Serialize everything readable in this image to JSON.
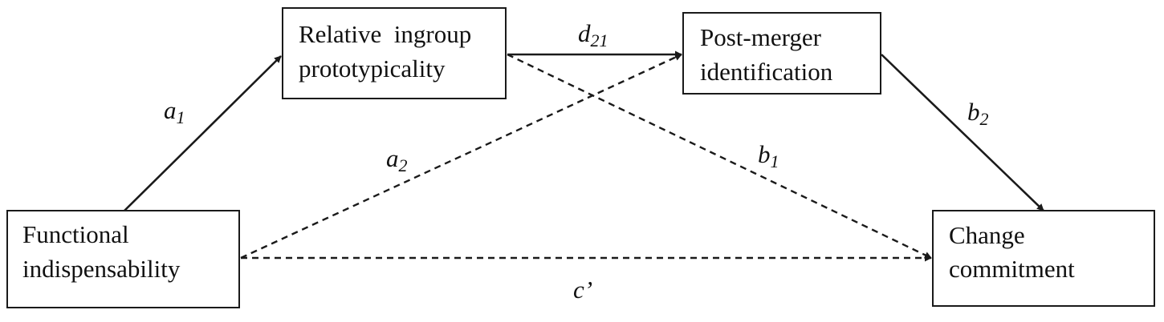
{
  "nodes": {
    "functional": {
      "line1": "Functional",
      "line2": "indispensability"
    },
    "prototypicality": {
      "line1": "Relative  ingroup",
      "line2": "prototypicality"
    },
    "identification": {
      "line1": "Post-merger",
      "line2": "identification"
    },
    "commitment": {
      "line1": "Change",
      "line2": "commitment"
    }
  },
  "paths": {
    "a1": {
      "symbol": "a",
      "subscript": "1",
      "style": "solid"
    },
    "a2": {
      "symbol": "a",
      "subscript": "2",
      "style": "dashed"
    },
    "d21": {
      "symbol": "d",
      "subscript": "21",
      "style": "solid"
    },
    "b1": {
      "symbol": "b",
      "subscript": "1",
      "style": "dashed"
    },
    "b2": {
      "symbol": "b",
      "subscript": "2",
      "style": "solid"
    },
    "c_prime": {
      "symbol": "c’",
      "style": "dashed"
    }
  },
  "colors": {
    "line": "#1a1a1a",
    "text": "#111111",
    "background": "#ffffff"
  }
}
